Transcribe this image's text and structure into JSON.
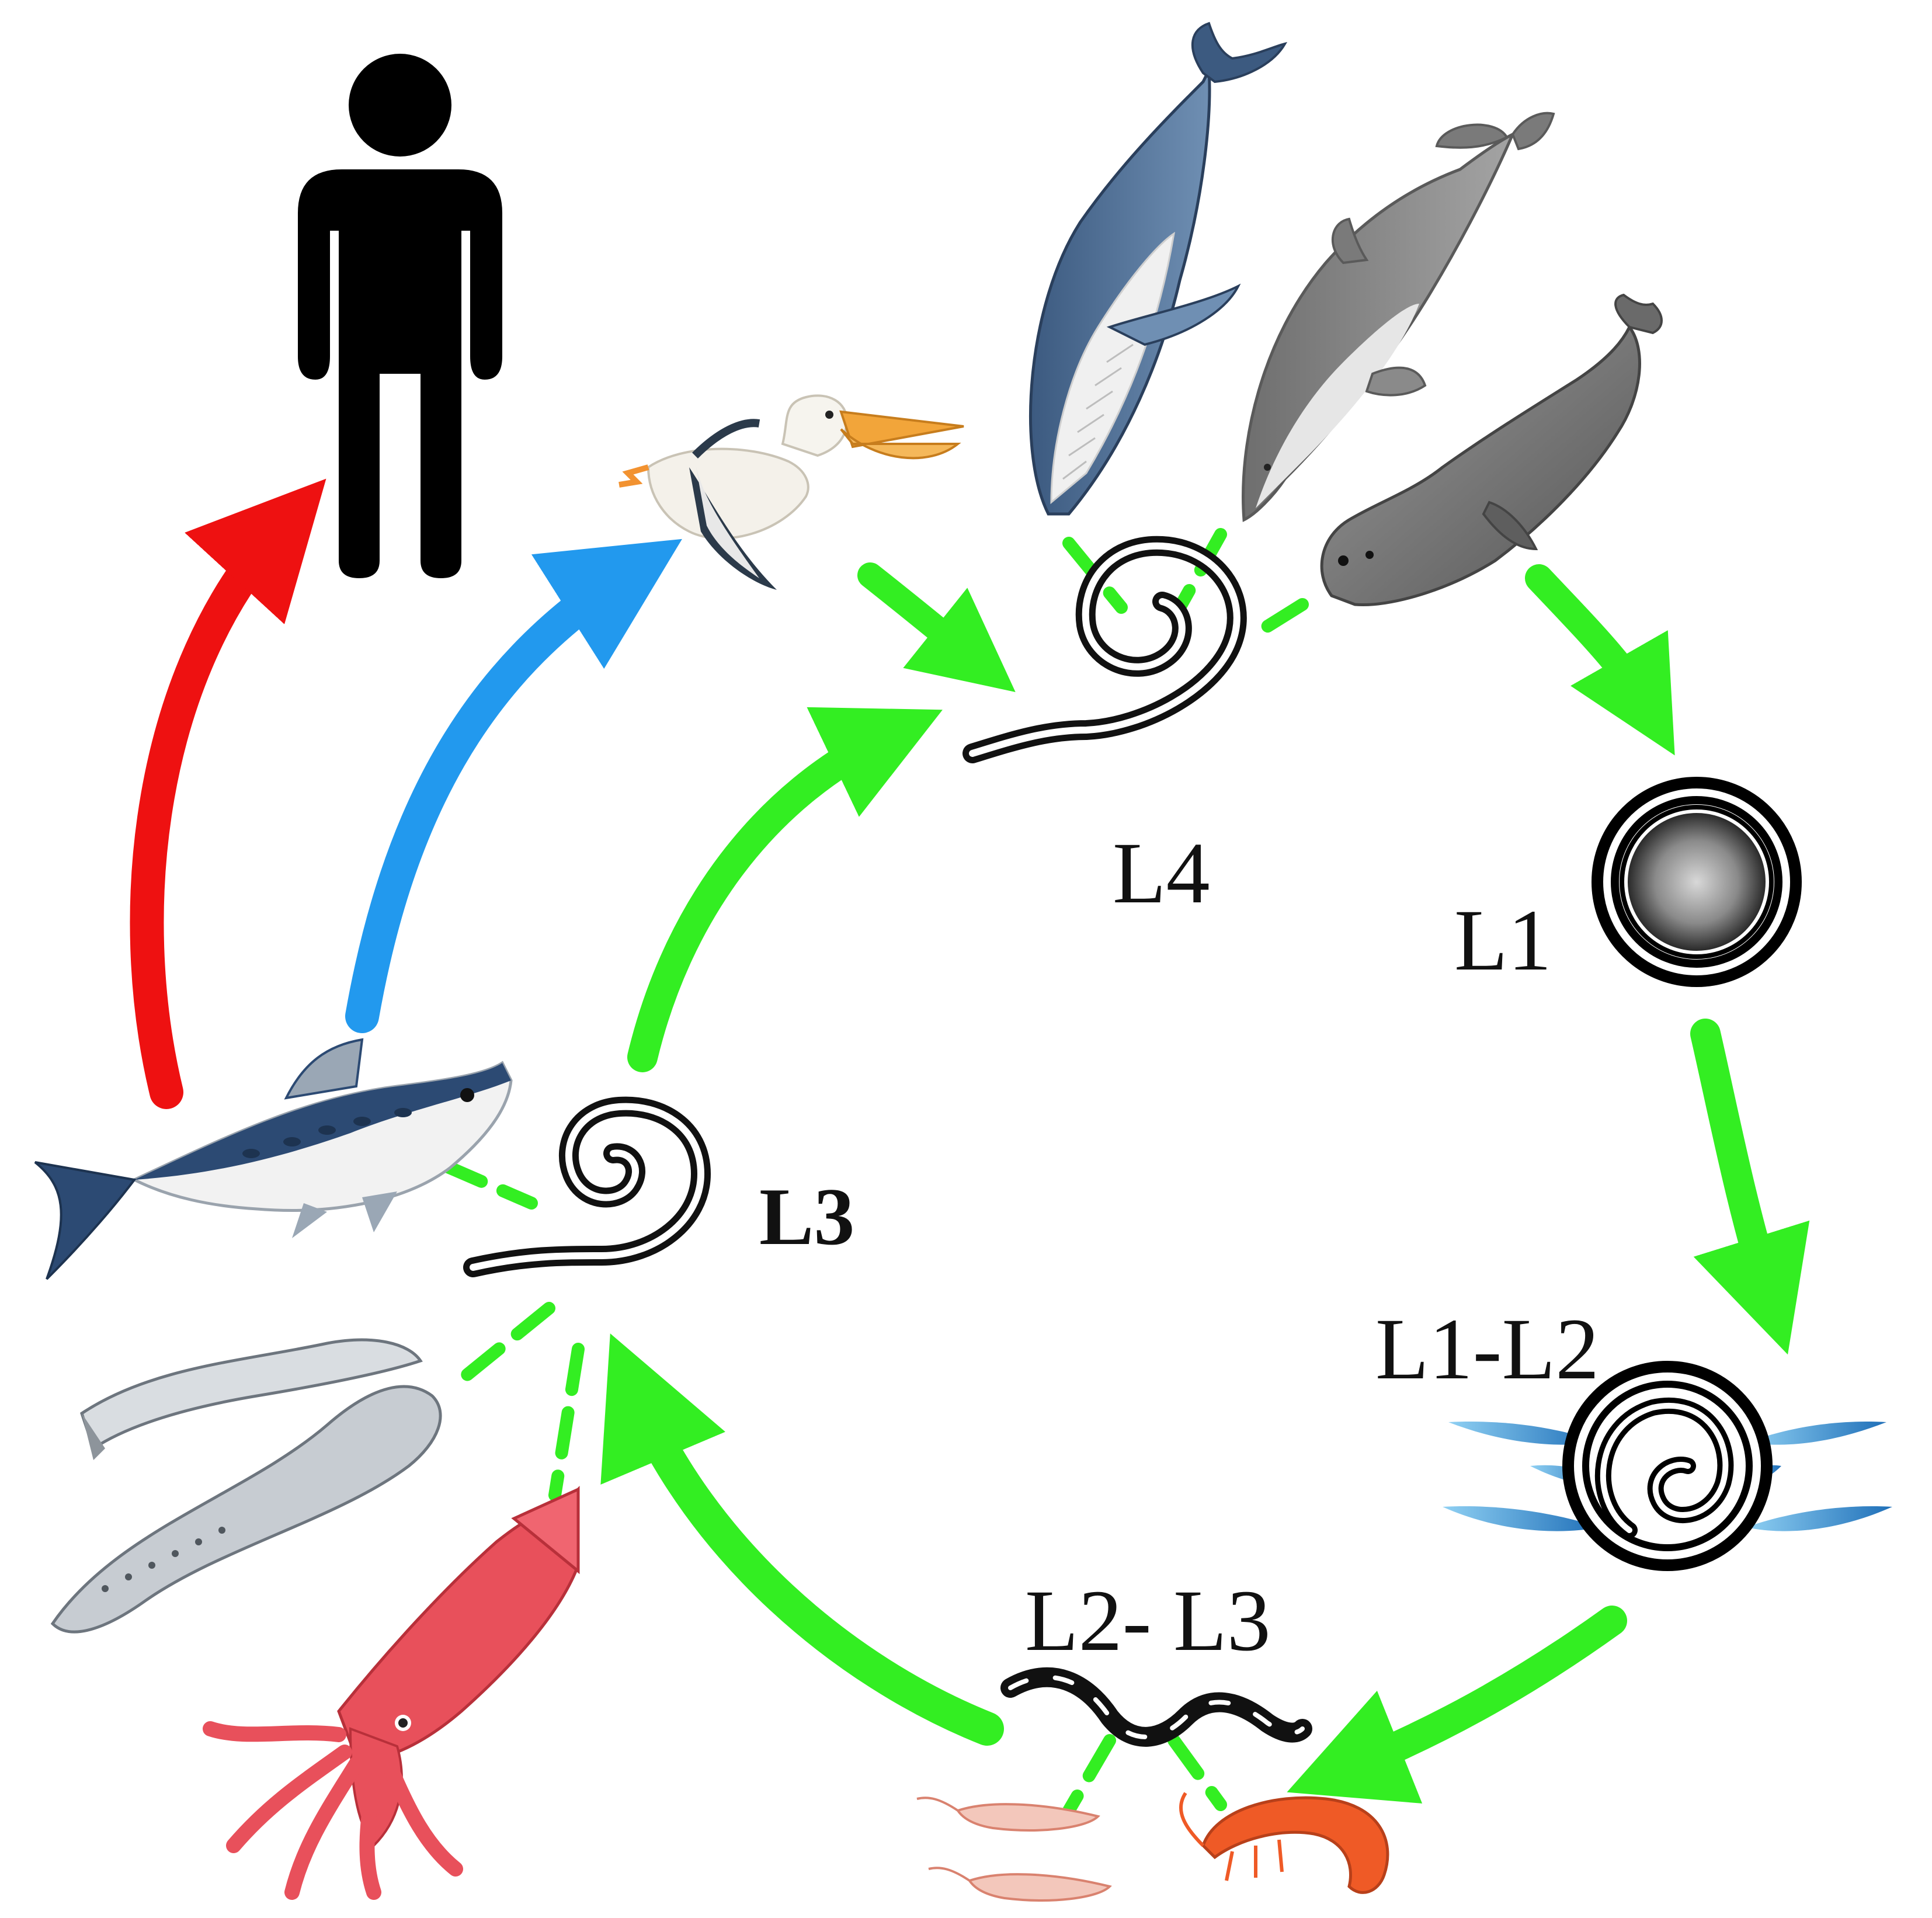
{
  "labels": {
    "l4": "L4",
    "l1": "L1",
    "l1_l2": "L1-L2",
    "l2_l3": "L2- L3",
    "l3": "L3"
  },
  "colors": {
    "cycle_arrow": "#33ee22",
    "human_arrow": "#ee1111",
    "bird_arrow": "#2299ee",
    "larva": "#111111",
    "human": "#000000",
    "whale": "#4a6b91",
    "dolphin": "#8a8a8a",
    "seal": "#707070",
    "pelican_beak": "#f2a53a",
    "fish": "#2c4a73",
    "eel": "#b8bec4",
    "squid": "#e8505b",
    "shrimp": "#ef5a26",
    "krill": "#e9a08e",
    "water": "#2e86c8"
  },
  "icons": {
    "human": "human-silhouette-icon",
    "pelican": "pelican-icon",
    "whale": "whale-icon",
    "dolphin": "dolphin-icon",
    "seal": "seal-icon",
    "fish": "fish-icon",
    "eel": "eel-icon",
    "squid": "squid-icon",
    "krill": "krill-icon",
    "shrimp": "shrimp-icon",
    "egg": "egg-icon",
    "larva": "nematode-larva-icon"
  }
}
